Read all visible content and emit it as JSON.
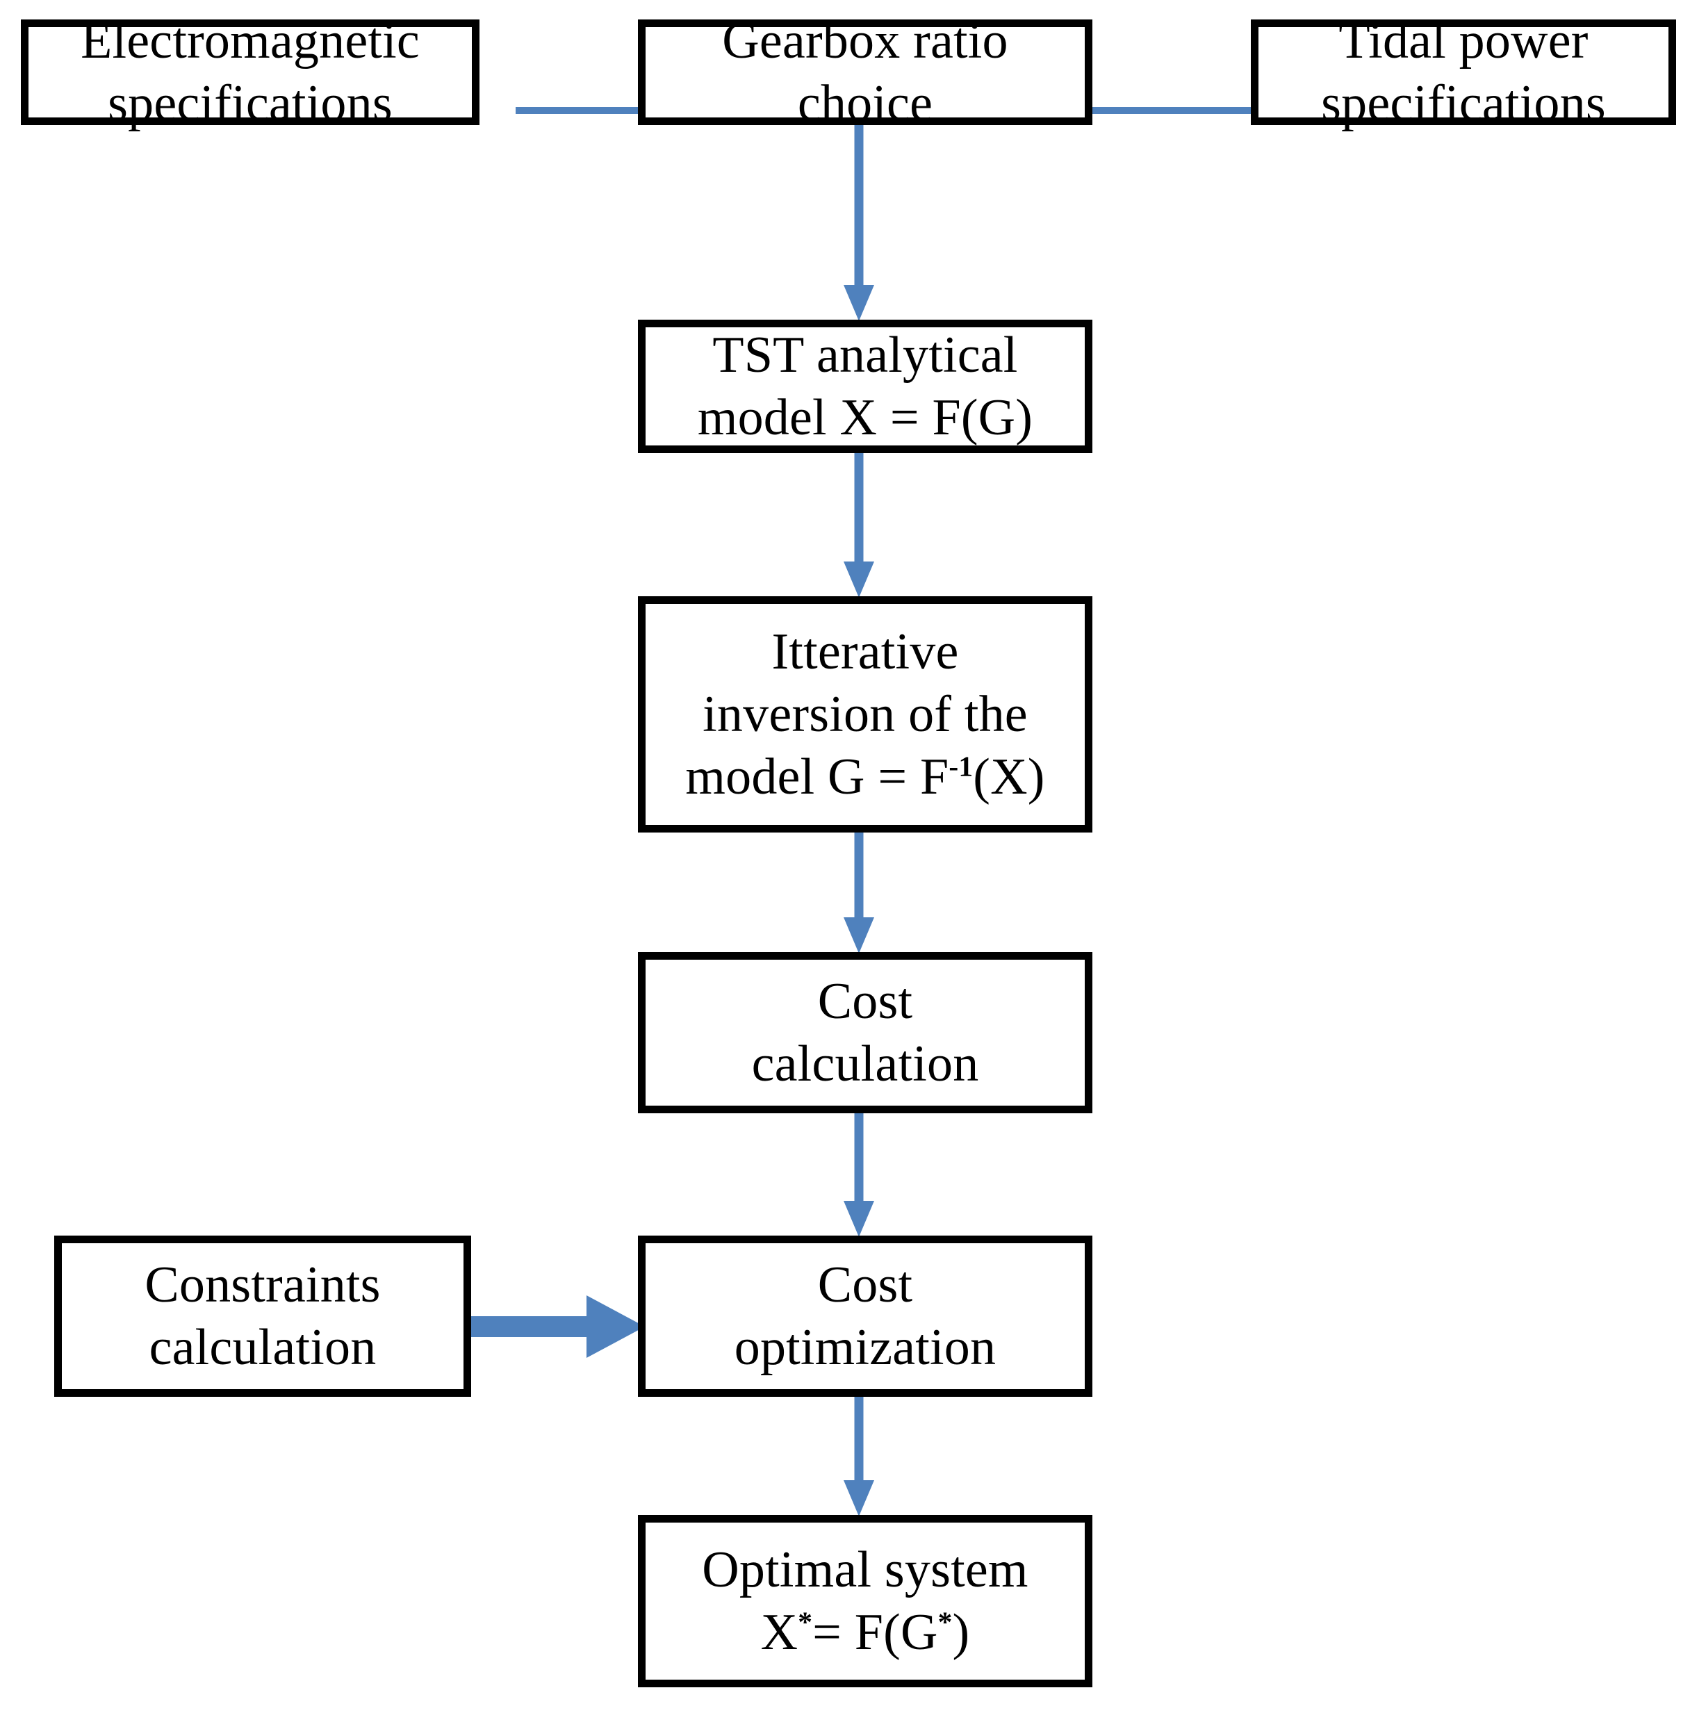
{
  "diagram": {
    "title": "Gearbox ratio optimization flowchart",
    "accent_color": "#4f81bd",
    "border_color": "#000000",
    "background_color": "#ffffff",
    "nodes": {
      "electromagnetic": {
        "label": "Electromagnetic\nspecifications"
      },
      "gearbox": {
        "label": "Gearbox ratio\nchoice"
      },
      "tidal": {
        "label": "Tidal power\nspecifications"
      },
      "tst_model": {
        "line1": "TST analytical",
        "line2_prefix": "model X = F(G)"
      },
      "inversion": {
        "line1": "Itterative",
        "line2": "inversion of the",
        "line3_prefix": "model G = F",
        "line3_sup": "-1",
        "line3_suffix": "(X)"
      },
      "cost_calculation": {
        "label": "Cost\ncalculation"
      },
      "cost_optimization": {
        "label": "Cost\noptimization"
      },
      "constraints": {
        "label": "Constraints\ncalculation"
      },
      "optimal_system": {
        "line1": "Optimal system",
        "line2_a": "X",
        "line2_sup1": "*",
        "line2_b": "= F(G",
        "line2_sup2": "*",
        "line2_c": ")"
      }
    },
    "edges": [
      {
        "name": "electromagnetic-to-gearbox",
        "type": "line",
        "from": "electromagnetic",
        "to": "gearbox"
      },
      {
        "name": "gearbox-to-tidal",
        "type": "line",
        "from": "gearbox",
        "to": "tidal"
      },
      {
        "name": "gearbox-to-tst",
        "type": "arrow",
        "from": "gearbox",
        "to": "tst_model"
      },
      {
        "name": "tst-to-inversion",
        "type": "arrow",
        "from": "tst_model",
        "to": "inversion"
      },
      {
        "name": "inversion-to-cost-calculation",
        "type": "arrow",
        "from": "inversion",
        "to": "cost_calculation"
      },
      {
        "name": "cost-calculation-to-cost-optimization",
        "type": "arrow",
        "from": "cost_calculation",
        "to": "cost_optimization"
      },
      {
        "name": "constraints-to-cost-optimization",
        "type": "arrow",
        "from": "constraints",
        "to": "cost_optimization"
      },
      {
        "name": "cost-optimization-to-optimal-system",
        "type": "arrow",
        "from": "cost_optimization",
        "to": "optimal_system"
      }
    ]
  }
}
